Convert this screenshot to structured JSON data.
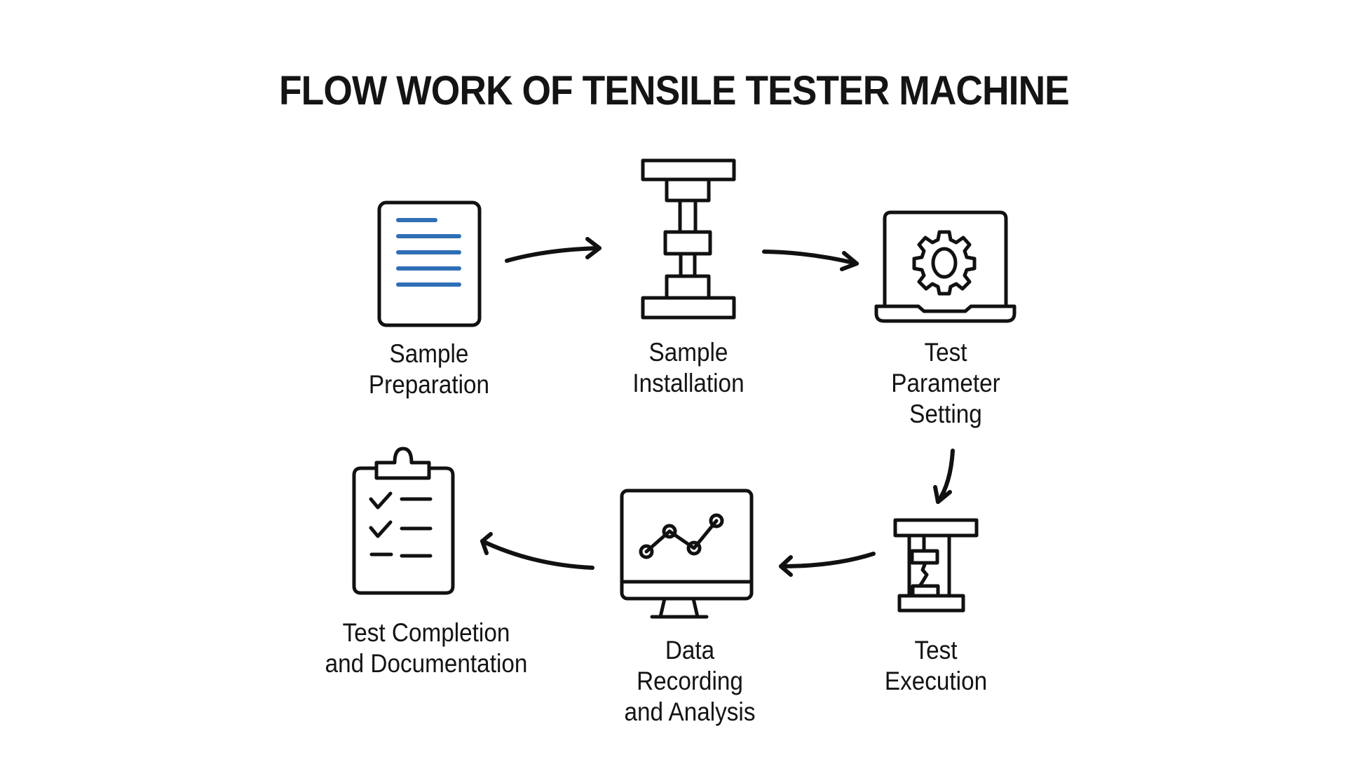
{
  "title": "FLOW WORK OF TENSILE TESTER MACHINE",
  "colors": {
    "accent": "#2f6fb5",
    "ink": "#111111",
    "background": "#ffffff"
  },
  "steps": [
    {
      "order": 1,
      "label": "Sample\nPreparation",
      "icon": "document-icon"
    },
    {
      "order": 2,
      "label": "Sample\nInstallation",
      "icon": "tensile-frame-icon"
    },
    {
      "order": 3,
      "label": "Test\nParameter\nSetting",
      "icon": "laptop-gear-icon"
    },
    {
      "order": 4,
      "label": "Test\nExecution",
      "icon": "tensile-tester-icon"
    },
    {
      "order": 5,
      "label": "Data\nRecording\nand Analysis",
      "icon": "monitor-chart-icon"
    },
    {
      "order": 6,
      "label": "Test Completion\nand Documentation",
      "icon": "clipboard-checklist-icon"
    }
  ],
  "flow": [
    {
      "from": 1,
      "to": 2
    },
    {
      "from": 2,
      "to": 3
    },
    {
      "from": 3,
      "to": 4
    },
    {
      "from": 4,
      "to": 5
    },
    {
      "from": 5,
      "to": 6
    }
  ]
}
